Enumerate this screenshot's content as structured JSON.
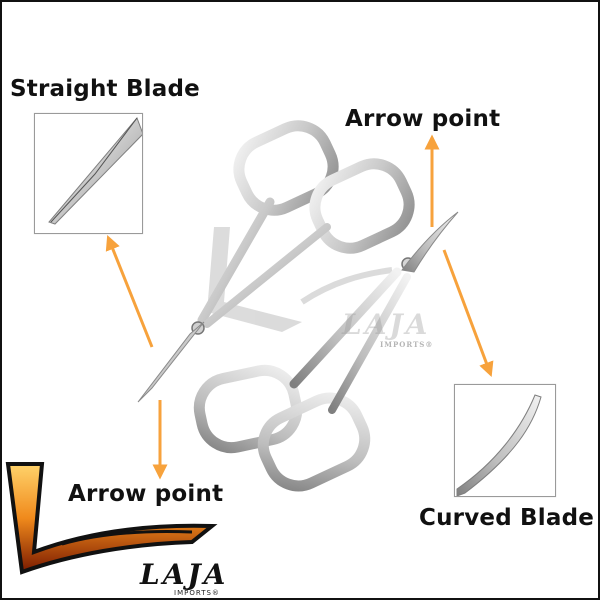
{
  "labels": {
    "straight_blade": "Straight Blade",
    "arrow_point_top": "Arrow point",
    "arrow_point_bottom": "Arrow point",
    "curved_blade": "Curved Blade"
  },
  "watermark": {
    "brand": "LAJA",
    "sub": "IMPORTS®"
  },
  "logo": {
    "brand": "LAJA",
    "sub": "IMPORTS®"
  },
  "colors": {
    "arrow": "#f7a23c",
    "steel_light": "#e6e6e6",
    "steel_dark": "#8a8a8a",
    "frame": "#111111",
    "flame": "#f08a1c"
  },
  "icons": [
    "arrow-icon",
    "scissors-straight",
    "scissors-curved",
    "laja-logo"
  ]
}
